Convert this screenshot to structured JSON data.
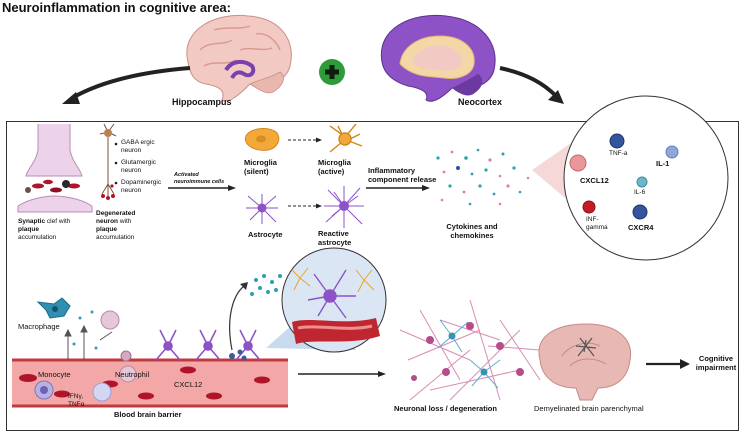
{
  "title": "Neuroinflammation in  cognitive area:",
  "top": {
    "hippocampus": "Hippocampus",
    "neocortex": "Neocortex"
  },
  "row1": {
    "synaptic_a": "Synaptic",
    "synaptic_b": " clef with",
    "synaptic_c": "plaque",
    "synaptic_d": "accumulation",
    "degen_a": "Degenerated",
    "degen_b": "neuron",
    "degen_c": " with",
    "degen_d": "plaque",
    "degen_e": "accumulation",
    "neurons": [
      "GABA ergic neuron",
      "Glutamergic neuron",
      "Dopaminergic neuron"
    ],
    "activated": "Activated neuroimmune cells",
    "microglia_silent": "Microglia (silent)",
    "microglia_active": "Microglia (active)",
    "astrocyte": "Astrocyte",
    "reactive_astrocyte": "Reactive astrocyte",
    "inflammatory": "Inflammatory component release",
    "cytokines": "Cytokines and chemokines"
  },
  "circle": {
    "tnfa": "TNF-a",
    "il1": "IL-1",
    "cxcl12": "CXCL12",
    "il6": "IL-6",
    "infg_a": "INF-",
    "infg_b": "gamma",
    "cxcr4": "CXCR4"
  },
  "row2": {
    "macrophage": "Macrophage",
    "monocyte": "Monocyte",
    "ifn_a": "IFNγ,",
    "ifn_b": "TNFα",
    "neutrophil": "Neutrophil",
    "cxcl12": "CXCL12",
    "bbb": "Blood brain barrier",
    "neuronal_loss": "Neuronal loss / degeneration",
    "demyelinated": "Demyelinated brain parenchymal",
    "cognitive": "Cognitive impairment"
  },
  "colors": {
    "purple": "#8e52c7",
    "vessel": "#f4a7a7",
    "rbc": "#b0142a",
    "arrow": "#222222"
  }
}
